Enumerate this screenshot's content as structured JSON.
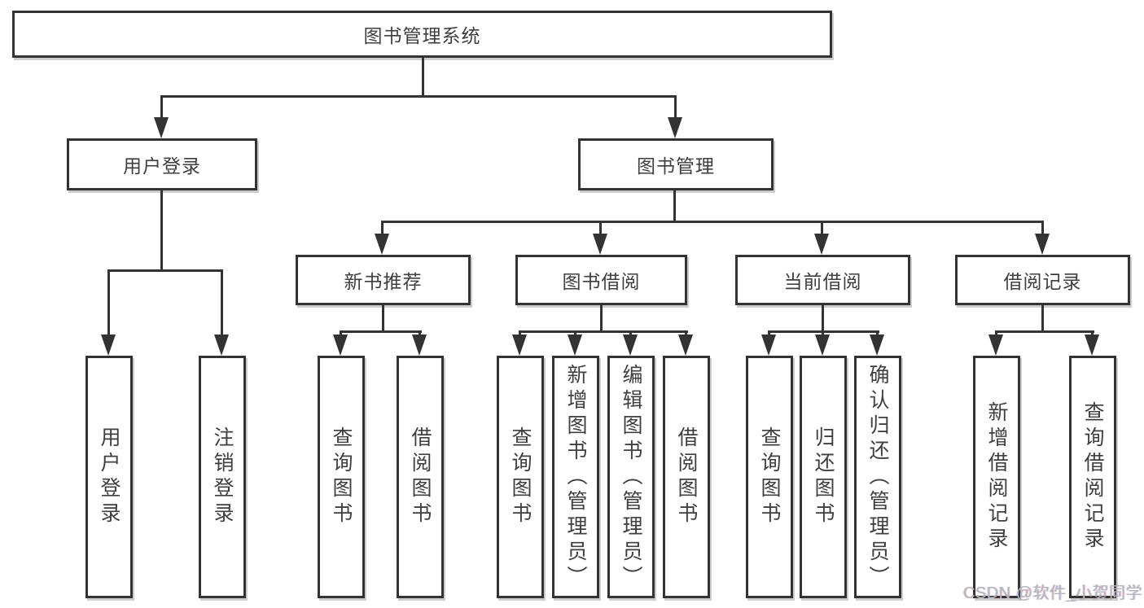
{
  "diagram": {
    "root": "图书管理系统",
    "level2": {
      "login": "用户登录",
      "management": "图书管理"
    },
    "login_children": [
      "用户登录",
      "注销登录"
    ],
    "management_groups": [
      {
        "label": "新书推荐",
        "children": [
          "查询图书",
          "借阅图书"
        ]
      },
      {
        "label": "图书借阅",
        "children": [
          "查询图书",
          "新增图书（管理员）",
          "编辑图书（管理员）",
          "借阅图书"
        ]
      },
      {
        "label": "当前借阅",
        "children": [
          "查询图书",
          "归还图书",
          "确认归还（管理员）"
        ]
      },
      {
        "label": "借阅记录",
        "children": [
          "新增借阅记录",
          "查询借阅记录"
        ]
      }
    ]
  },
  "watermark": "CSDN @软件_小贺同学",
  "colors": {
    "line": "#333333",
    "text": "#3f3f3f",
    "background": "#ffffff",
    "watermark": "#b5b5bf"
  }
}
